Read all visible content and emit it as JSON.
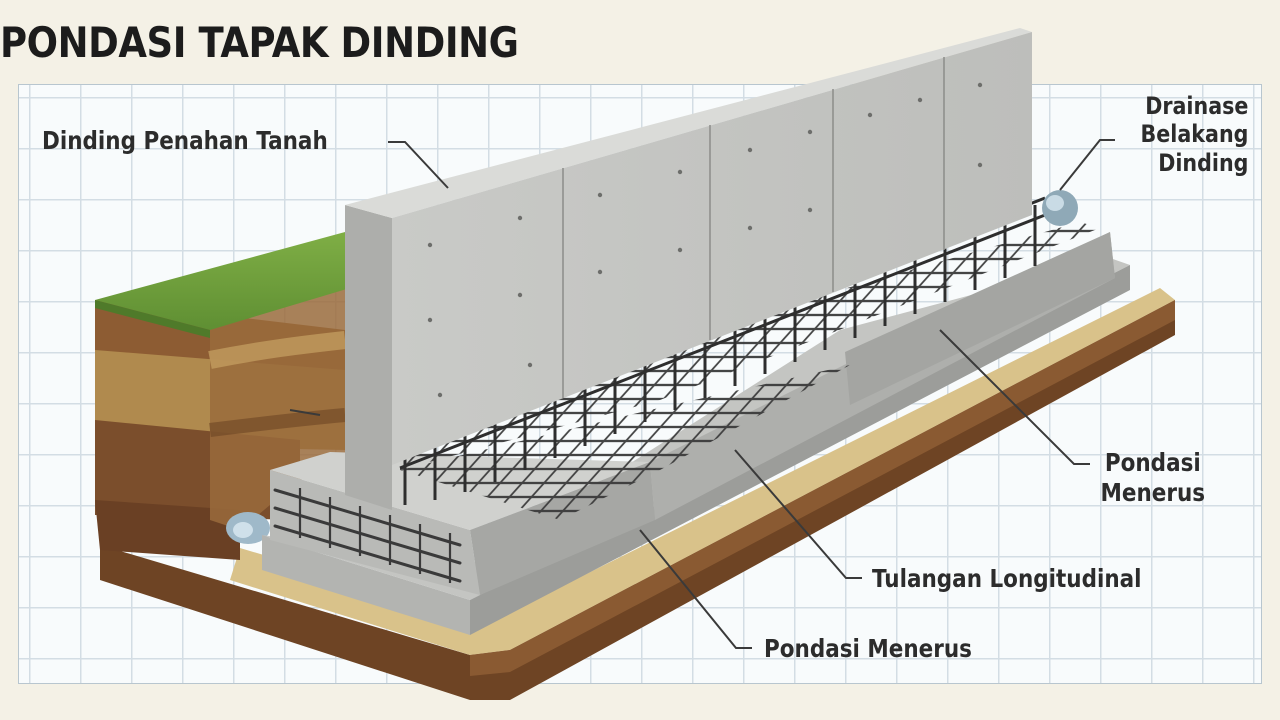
{
  "title": "PONDASI TAPAK DINDING",
  "labels": {
    "retaining_wall": "Dinding Penahan Tanah",
    "back_drainage_line1": "Drainase",
    "back_drainage_line2": "Belakang",
    "back_drainage_line3": "Dinding",
    "continuous_foundation_right_line1": "Pondasi",
    "continuous_foundation_right_line2": "Menerus",
    "longitudinal_rebar": "Tulangan Longitudinal",
    "continuous_foundation_bottom": "Pondasi Menerus"
  },
  "colors": {
    "grass": "#6f9e3c",
    "soil_dark": "#7b4e2c",
    "soil_light": "#a8824a",
    "sand": "#dcc58a",
    "concrete": "#c6c7c4",
    "concrete_shade": "#a9aaa7",
    "rebar": "#3c3c3c",
    "grid": "#d3dde4"
  }
}
